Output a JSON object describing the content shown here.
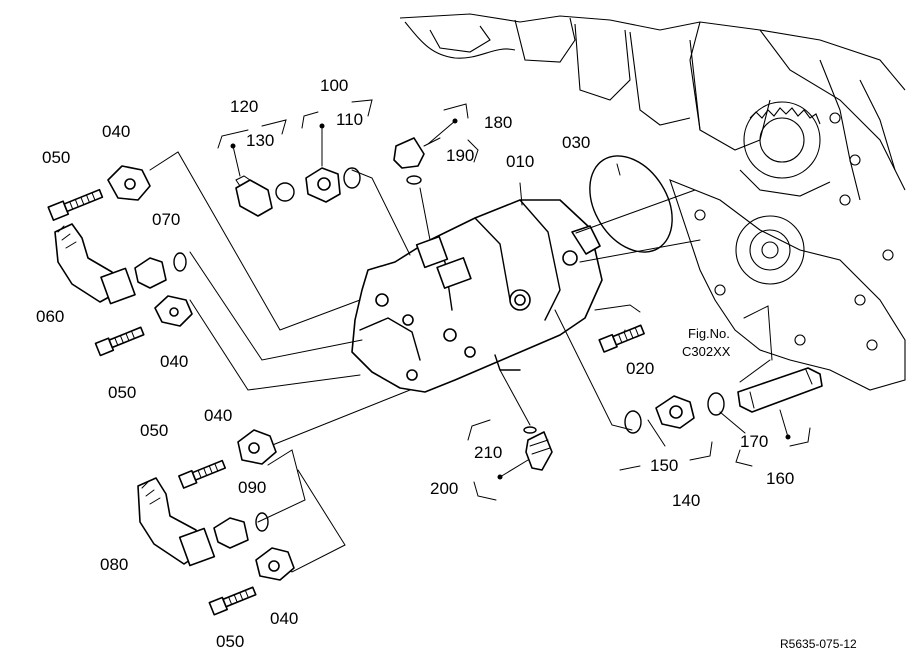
{
  "callouts": [
    {
      "id": "c050a",
      "text": "050"
    },
    {
      "id": "c040a",
      "text": "040"
    },
    {
      "id": "c120",
      "text": "120"
    },
    {
      "id": "c130",
      "text": "130"
    },
    {
      "id": "c100",
      "text": "100"
    },
    {
      "id": "c110",
      "text": "110"
    },
    {
      "id": "c180",
      "text": "180"
    },
    {
      "id": "c190",
      "text": "190"
    },
    {
      "id": "c010",
      "text": "010"
    },
    {
      "id": "c030",
      "text": "030"
    },
    {
      "id": "c070",
      "text": "070"
    },
    {
      "id": "c060",
      "text": "060"
    },
    {
      "id": "c040b",
      "text": "040"
    },
    {
      "id": "c050b",
      "text": "050"
    },
    {
      "id": "c020",
      "text": "020"
    },
    {
      "id": "c040c",
      "text": "040"
    },
    {
      "id": "c050c",
      "text": "050"
    },
    {
      "id": "c210",
      "text": "210"
    },
    {
      "id": "c200",
      "text": "200"
    },
    {
      "id": "c150",
      "text": "150"
    },
    {
      "id": "c140",
      "text": "140"
    },
    {
      "id": "c170",
      "text": "170"
    },
    {
      "id": "c160",
      "text": "160"
    },
    {
      "id": "c090",
      "text": "090"
    },
    {
      "id": "c080",
      "text": "080"
    },
    {
      "id": "c040d",
      "text": "040"
    },
    {
      "id": "c050d",
      "text": "050"
    }
  ],
  "figure_ref": {
    "line1": "Fig.No.",
    "line2": "C302XX"
  },
  "drawing_code": "R5635-075-12"
}
